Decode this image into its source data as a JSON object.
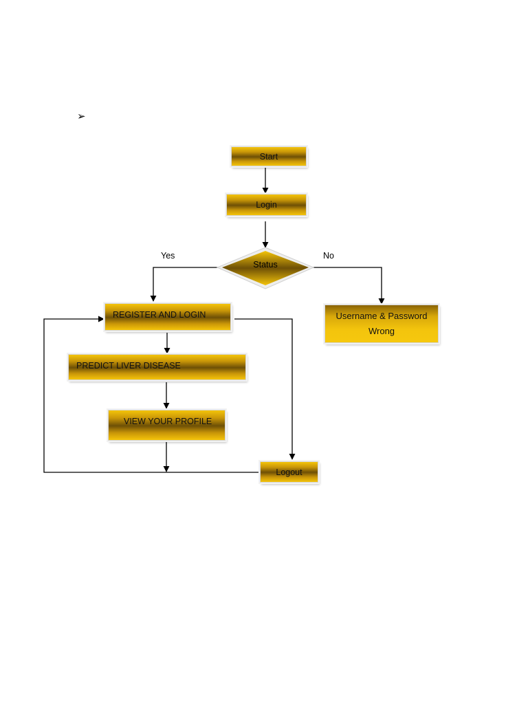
{
  "bullet_glyph": "➢",
  "nodes": {
    "start": "Start",
    "login": "Login",
    "status": "Status",
    "register_login": "REGISTER AND LOGIN",
    "predict": "PREDICT LIVER DISEASE",
    "view_profile": "VIEW YOUR PROFILE",
    "logout": "Logout",
    "wrong": "Username & Password Wrong"
  },
  "edge_labels": {
    "yes": "Yes",
    "no": "No"
  },
  "colors": {
    "node_dark": "#6e5006",
    "node_light": "#f4c40a",
    "line": "#000000"
  }
}
